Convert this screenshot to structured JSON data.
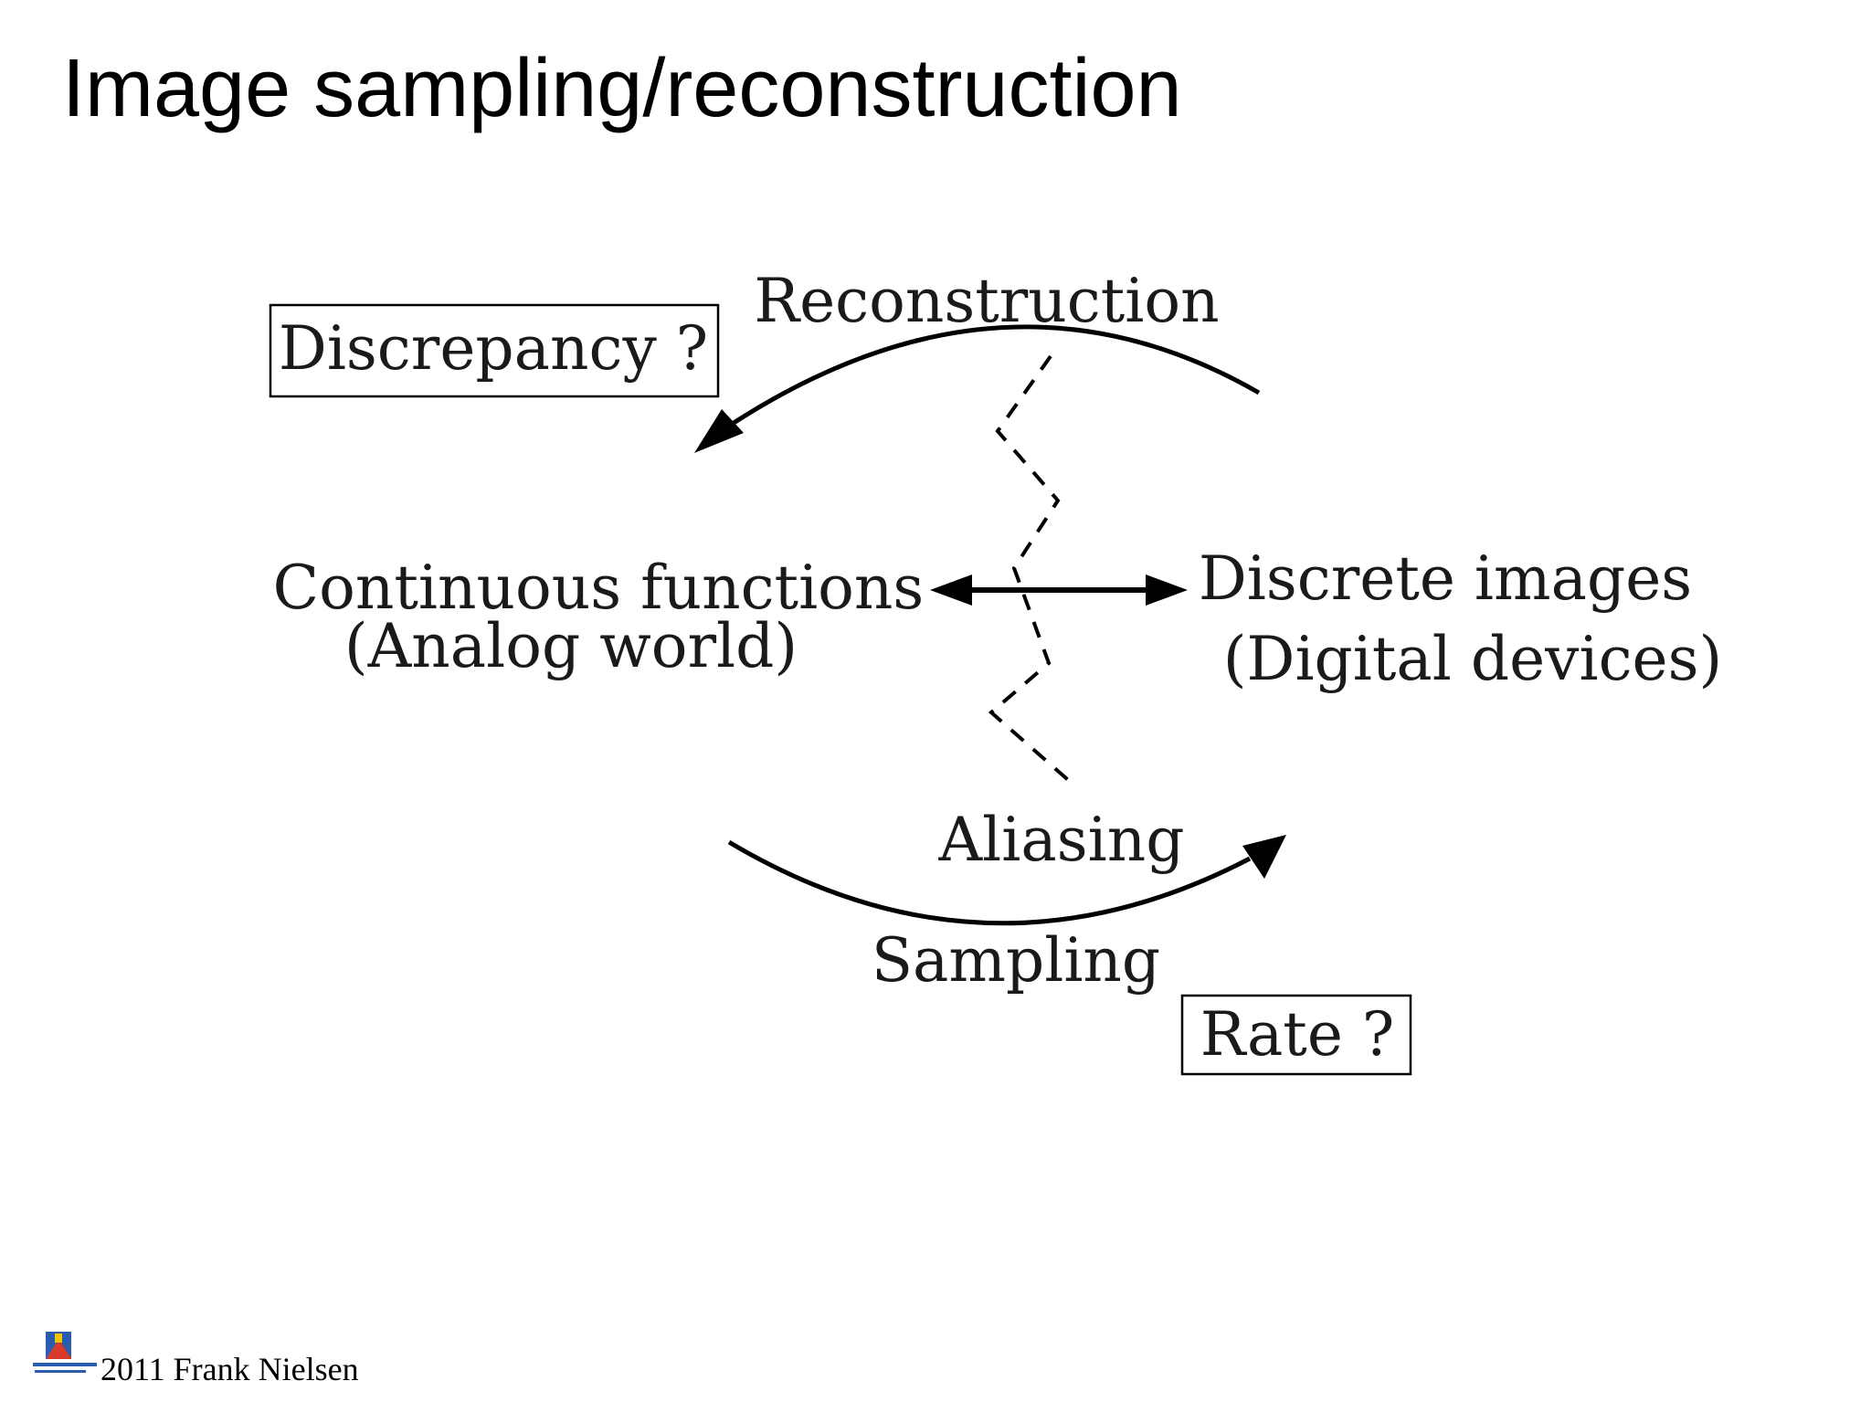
{
  "slide": {
    "title": "Image sampling/reconstruction"
  },
  "diagram": {
    "reconstruction_label": "Reconstruction",
    "discrepancy_box": "Discrepancy ?",
    "left_line1": "Continuous functions",
    "left_line2": "(Analog world)",
    "right_line1": "Discrete images",
    "right_line2": "(Digital devices)",
    "aliasing_label": "Aliasing",
    "sampling_label": "Sampling",
    "rate_box": "Rate ?"
  },
  "footer": {
    "logo_icon": "ecole-polytechnique-logo-icon",
    "text": "2011 Frank Nielsen"
  }
}
